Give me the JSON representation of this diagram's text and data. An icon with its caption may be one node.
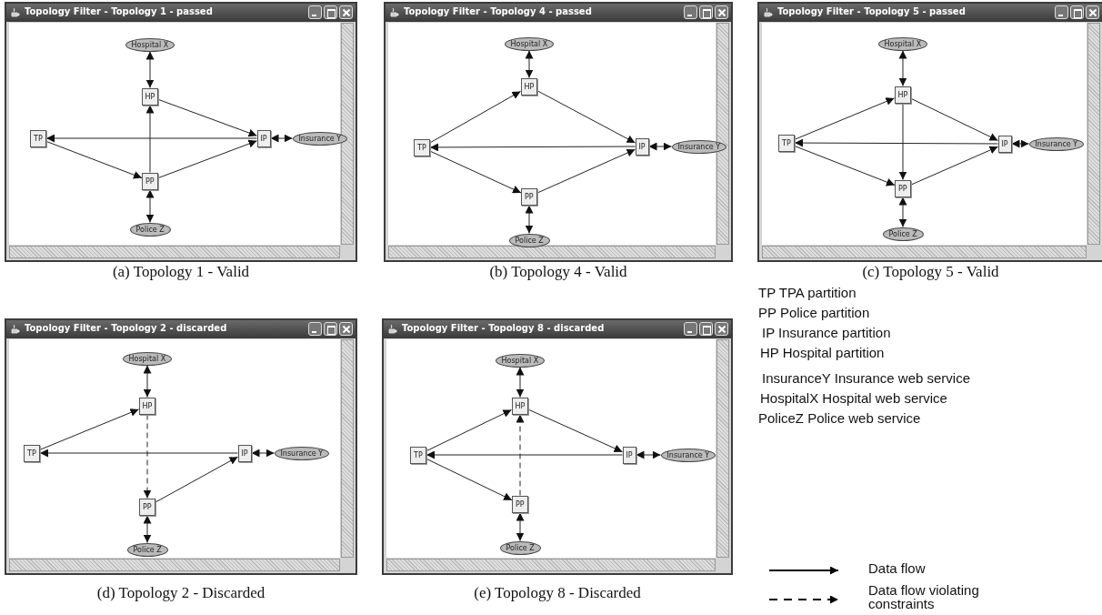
{
  "diagram": {
    "nodes": [
      {
        "text": [
          "Topology Filter - Topology 1 - passed"
        ],
        "beside": [
          "(a) Topology 1 - Valid"
        ]
      },
      {
        "text": [
          "Hospital X"
        ],
        "in": 0
      },
      {
        "text": [
          "HP"
        ],
        "in": 0
      },
      {
        "text": [
          "TP"
        ],
        "in": 0
      },
      {
        "text": [
          "IP"
        ],
        "in": 0
      },
      {
        "text": [
          "Insurance Y"
        ],
        "in": 0
      },
      {
        "text": [
          "PP"
        ],
        "in": 0
      },
      {
        "text": [
          "Police Z"
        ],
        "in": 0
      },
      {
        "text": [
          "Topology Filter - Topology 4 - passed"
        ],
        "beside": [
          "(b) Topology 4 - Valid"
        ]
      },
      {
        "text": [
          "Hospital X"
        ],
        "in": 8
      },
      {
        "text": [
          "HP"
        ],
        "in": 8
      },
      {
        "text": [
          "TP"
        ],
        "in": 8
      },
      {
        "text": [
          "IP"
        ],
        "in": 8
      },
      {
        "text": [
          "Insurance Y"
        ],
        "in": 8
      },
      {
        "text": [
          "PP"
        ],
        "in": 8
      },
      {
        "text": [
          "Police Z"
        ],
        "in": 8
      },
      {
        "text": [
          "Topology Filter - Topology 5 - passed"
        ],
        "beside": [
          "(c) Topology 5 - Valid"
        ]
      },
      {
        "text": [
          "Hospital X"
        ],
        "in": 16
      },
      {
        "text": [
          "HP"
        ],
        "in": 16
      },
      {
        "text": [
          "TP"
        ],
        "in": 16
      },
      {
        "text": [
          "IP"
        ],
        "in": 16
      },
      {
        "text": [
          "Insurance Y"
        ],
        "in": 16
      },
      {
        "text": [
          "PP"
        ],
        "in": 16
      },
      {
        "text": [
          "Police Z"
        ],
        "in": 16
      },
      {
        "text": [
          "Topology Filter - Topology 2 - discarded"
        ],
        "beside": [
          "(d) Topology 2 - Discarded"
        ]
      },
      {
        "text": [
          "Hospital X"
        ],
        "in": 24
      },
      {
        "text": [
          "HP"
        ],
        "in": 24
      },
      {
        "text": [
          "TP"
        ],
        "in": 24
      },
      {
        "text": [
          "IP"
        ],
        "in": 24
      },
      {
        "text": [
          "Insurance Y"
        ],
        "in": 24
      },
      {
        "text": [
          "PP"
        ],
        "in": 24
      },
      {
        "text": [
          "Police Z"
        ],
        "in": 24
      },
      {
        "text": [
          "Topology Filter - Topology 8 - discarded"
        ],
        "beside": [
          "(e) Topology 8 - Discarded"
        ]
      },
      {
        "text": [
          "Hospital X"
        ],
        "in": 32
      },
      {
        "text": [
          "HP"
        ],
        "in": 32
      },
      {
        "text": [
          "TP"
        ],
        "in": 32
      },
      {
        "text": [
          "IP"
        ],
        "in": 32
      },
      {
        "text": [
          "Insurance Y"
        ],
        "in": 32
      },
      {
        "text": [
          "PP"
        ],
        "in": 32
      },
      {
        "text": [
          "Police Z"
        ],
        "in": 32
      }
    ],
    "edges": [
      {
        "from": 1,
        "to": 2,
        "arrow": "both"
      },
      {
        "from": 6,
        "to": 2,
        "arrow": "to"
      },
      {
        "from": 2,
        "to": 4,
        "arrow": "to"
      },
      {
        "from": 4,
        "to": 3,
        "arrow": "to"
      },
      {
        "from": 3,
        "to": 6,
        "arrow": "to"
      },
      {
        "from": 6,
        "to": 4,
        "arrow": "to"
      },
      {
        "from": 4,
        "to": 5,
        "arrow": "both"
      },
      {
        "from": 6,
        "to": 7,
        "arrow": "both"
      },
      {
        "from": 9,
        "to": 10,
        "arrow": "both"
      },
      {
        "from": 11,
        "to": 10,
        "arrow": "to"
      },
      {
        "from": 10,
        "to": 12,
        "arrow": "to"
      },
      {
        "from": 12,
        "to": 11,
        "arrow": "to"
      },
      {
        "from": 11,
        "to": 14,
        "arrow": "to"
      },
      {
        "from": 14,
        "to": 12,
        "arrow": "to"
      },
      {
        "from": 12,
        "to": 13,
        "arrow": "both"
      },
      {
        "from": 14,
        "to": 15,
        "arrow": "both"
      },
      {
        "from": 17,
        "to": 18,
        "arrow": "both"
      },
      {
        "from": 19,
        "to": 18,
        "arrow": "to"
      },
      {
        "from": 18,
        "to": 20,
        "arrow": "to"
      },
      {
        "from": 18,
        "to": 22,
        "arrow": "to"
      },
      {
        "from": 20,
        "to": 19,
        "arrow": "to"
      },
      {
        "from": 19,
        "to": 22,
        "arrow": "to"
      },
      {
        "from": 22,
        "to": 20,
        "arrow": "to"
      },
      {
        "from": 20,
        "to": 21,
        "arrow": "both"
      },
      {
        "from": 22,
        "to": 23,
        "arrow": "both"
      },
      {
        "from": 25,
        "to": 26,
        "arrow": "both"
      },
      {
        "from": 27,
        "to": 26,
        "arrow": "to"
      },
      {
        "from": 26,
        "to": 30,
        "arrow": "to",
        "style": "dashed"
      },
      {
        "from": 28,
        "to": 27,
        "arrow": "to"
      },
      {
        "from": 30,
        "to": 28,
        "arrow": "to"
      },
      {
        "from": 28,
        "to": 29,
        "arrow": "both"
      },
      {
        "from": 30,
        "to": 31,
        "arrow": "both"
      },
      {
        "from": 33,
        "to": 34,
        "arrow": "both"
      },
      {
        "from": 35,
        "to": 34,
        "arrow": "to"
      },
      {
        "from": 38,
        "to": 34,
        "arrow": "to",
        "style": "dashed"
      },
      {
        "from": 34,
        "to": 36,
        "arrow": "to"
      },
      {
        "from": 36,
        "to": 35,
        "arrow": "to"
      },
      {
        "from": 35,
        "to": 38,
        "arrow": "to"
      },
      {
        "from": 36,
        "to": 37,
        "arrow": "both"
      },
      {
        "from": 38,
        "to": 39,
        "arrow": "both"
      }
    ],
    "labels": [
      "TP TPA partition",
      "PP Police partition",
      "IP Insurance partition",
      "HP Hospital partition",
      "InsuranceY Insurance web service",
      "HospitalX Hospital web service",
      "PoliceZ Police web service"
    ],
    "legend": [
      {
        "text": "Data flow"
      },
      {
        "text": "Data flow violating constraints"
      }
    ]
  }
}
